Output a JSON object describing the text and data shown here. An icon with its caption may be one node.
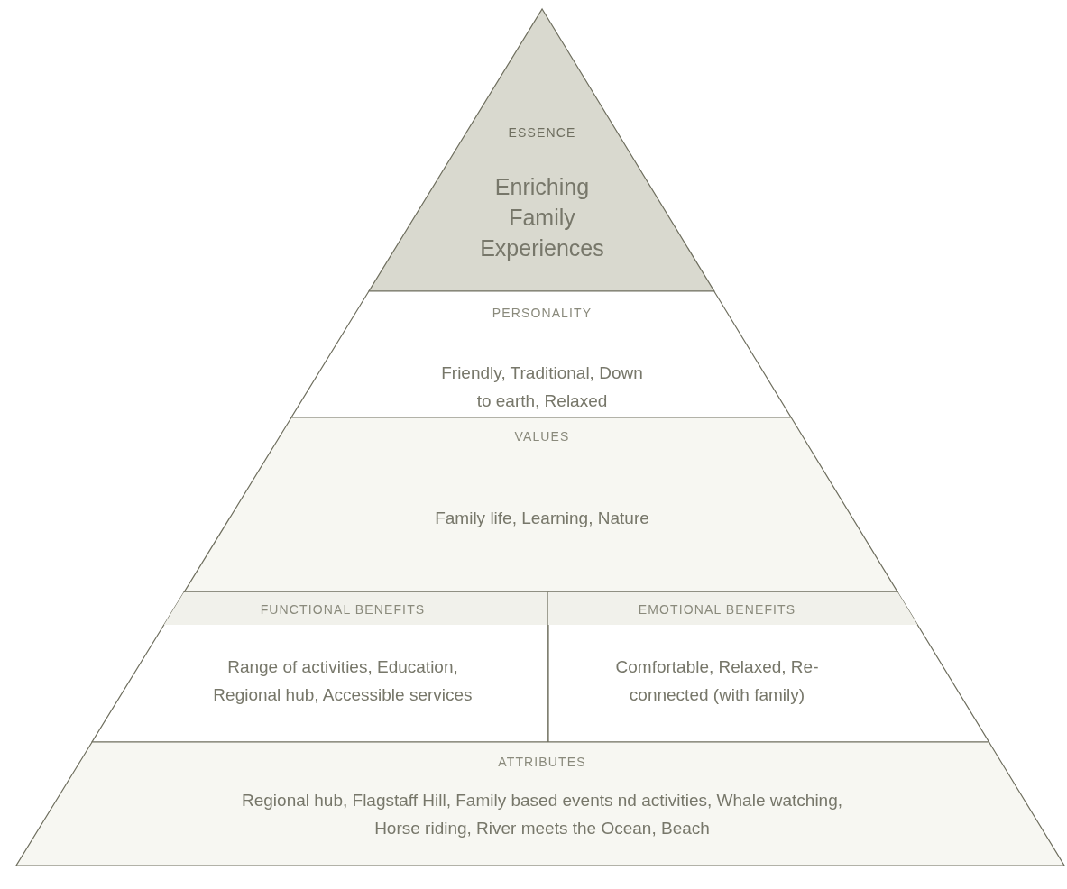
{
  "diagram": {
    "nodes": [
      {
        "text": [
          "ESSENCE",
          "Enriching Family Experiences"
        ]
      },
      {
        "text": [
          "PERSONALITY",
          "Friendly, Traditional, Down to earth, Relaxed"
        ]
      },
      {
        "text": [
          "VALUES",
          "Family life, Learning, Nature"
        ]
      },
      {
        "text": [
          "FUNCTIONAL BENEFITS",
          "Range of activities, Education, Regional hub, Accessible services"
        ]
      },
      {
        "text": [
          "EMOTIONAL BENEFITS",
          "Comfortable, Relaxed, Re-connected (with family)"
        ]
      },
      {
        "text": [
          "ATTRIBUTES",
          "Regional hub, Flagstaff Hill, Family based events nd activities, Whale watching, Horse riding, River meets the Ocean, Beach"
        ]
      }
    ]
  }
}
